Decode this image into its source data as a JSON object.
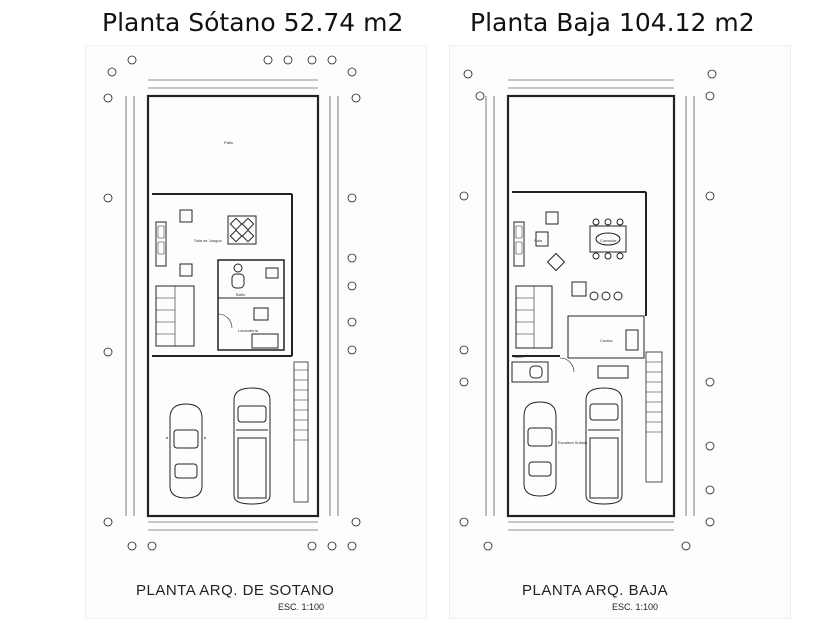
{
  "headings": {
    "basement": "Planta Sótano 52.74 m2",
    "ground": "Planta Baja 104.12 m2"
  },
  "plans": {
    "basement": {
      "caption": "PLANTA ARQ. DE SOTANO",
      "scale": "ESC. 1:100",
      "rooms": {
        "patio": "Patio",
        "game_room": "Sala de Juegos",
        "bath": "Baño",
        "laundry": "Lavandería"
      }
    },
    "ground": {
      "caption": "PLANTA ARQ. BAJA",
      "scale": "ESC. 1:100",
      "rooms": {
        "dining": "Comedor",
        "living": "Sala",
        "kitchen": "Cocina",
        "half_bath": "Baño",
        "stair_area": "Escalera Subida"
      }
    }
  },
  "colors": {
    "line": "#222222",
    "paper": "#fdfdfd",
    "grid": "#444444"
  }
}
